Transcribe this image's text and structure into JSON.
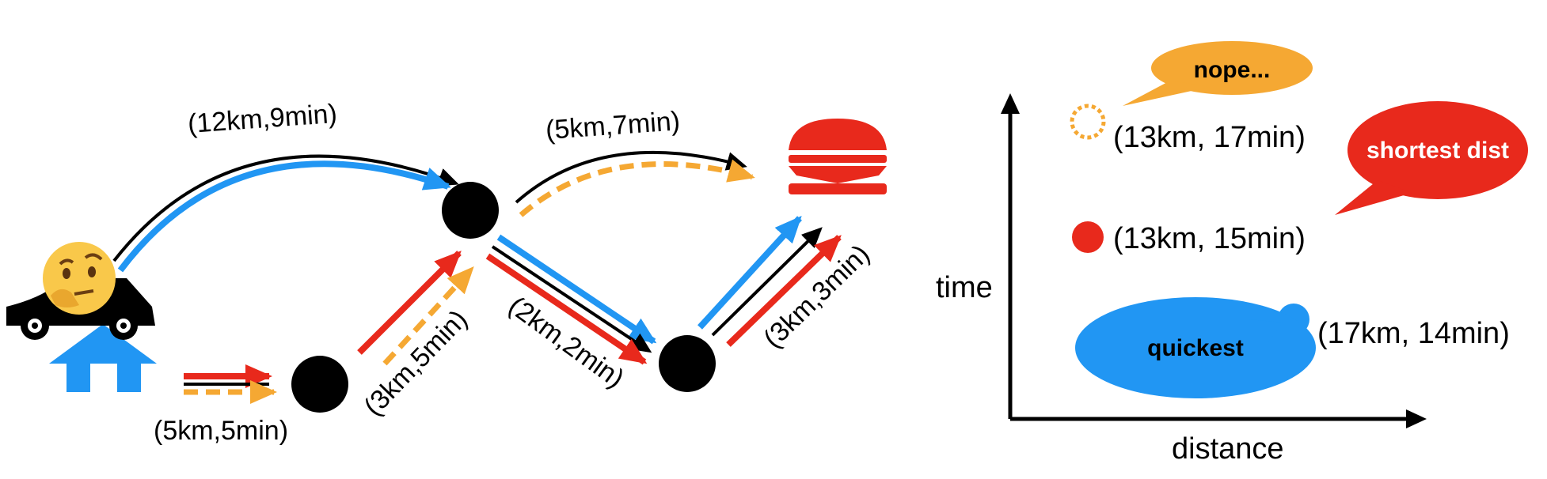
{
  "colors": {
    "blue": "#2196F3",
    "red": "#E8291C",
    "orange": "#F5A833",
    "black": "#000000"
  },
  "icons": {
    "start": "car-house-thinking-icon",
    "destination": "burger-icon"
  },
  "edges": [
    {
      "id": "home-to-node1",
      "label": "(5km,5min)"
    },
    {
      "id": "home-to-node2",
      "label": "(12km,9min)"
    },
    {
      "id": "node1-to-node2",
      "label": "(3km,5min)"
    },
    {
      "id": "node2-to-burger",
      "label": "(5km,7min)"
    },
    {
      "id": "node2-to-node3",
      "label": "(2km,2min)"
    },
    {
      "id": "node3-to-burger",
      "label": "(3km,3min)"
    }
  ],
  "plot": {
    "x_label": "distance",
    "y_label": "time",
    "points": [
      {
        "name": "orange",
        "distance_km": 13,
        "time_min": 17,
        "label": "(13km, 17min)",
        "bubble": "nope..."
      },
      {
        "name": "red",
        "distance_km": 13,
        "time_min": 15,
        "label": "(13km, 15min)",
        "bubble": "shortest dist"
      },
      {
        "name": "blue",
        "distance_km": 17,
        "time_min": 14,
        "label": "(17km, 14min)",
        "bubble": "quickest"
      }
    ]
  }
}
